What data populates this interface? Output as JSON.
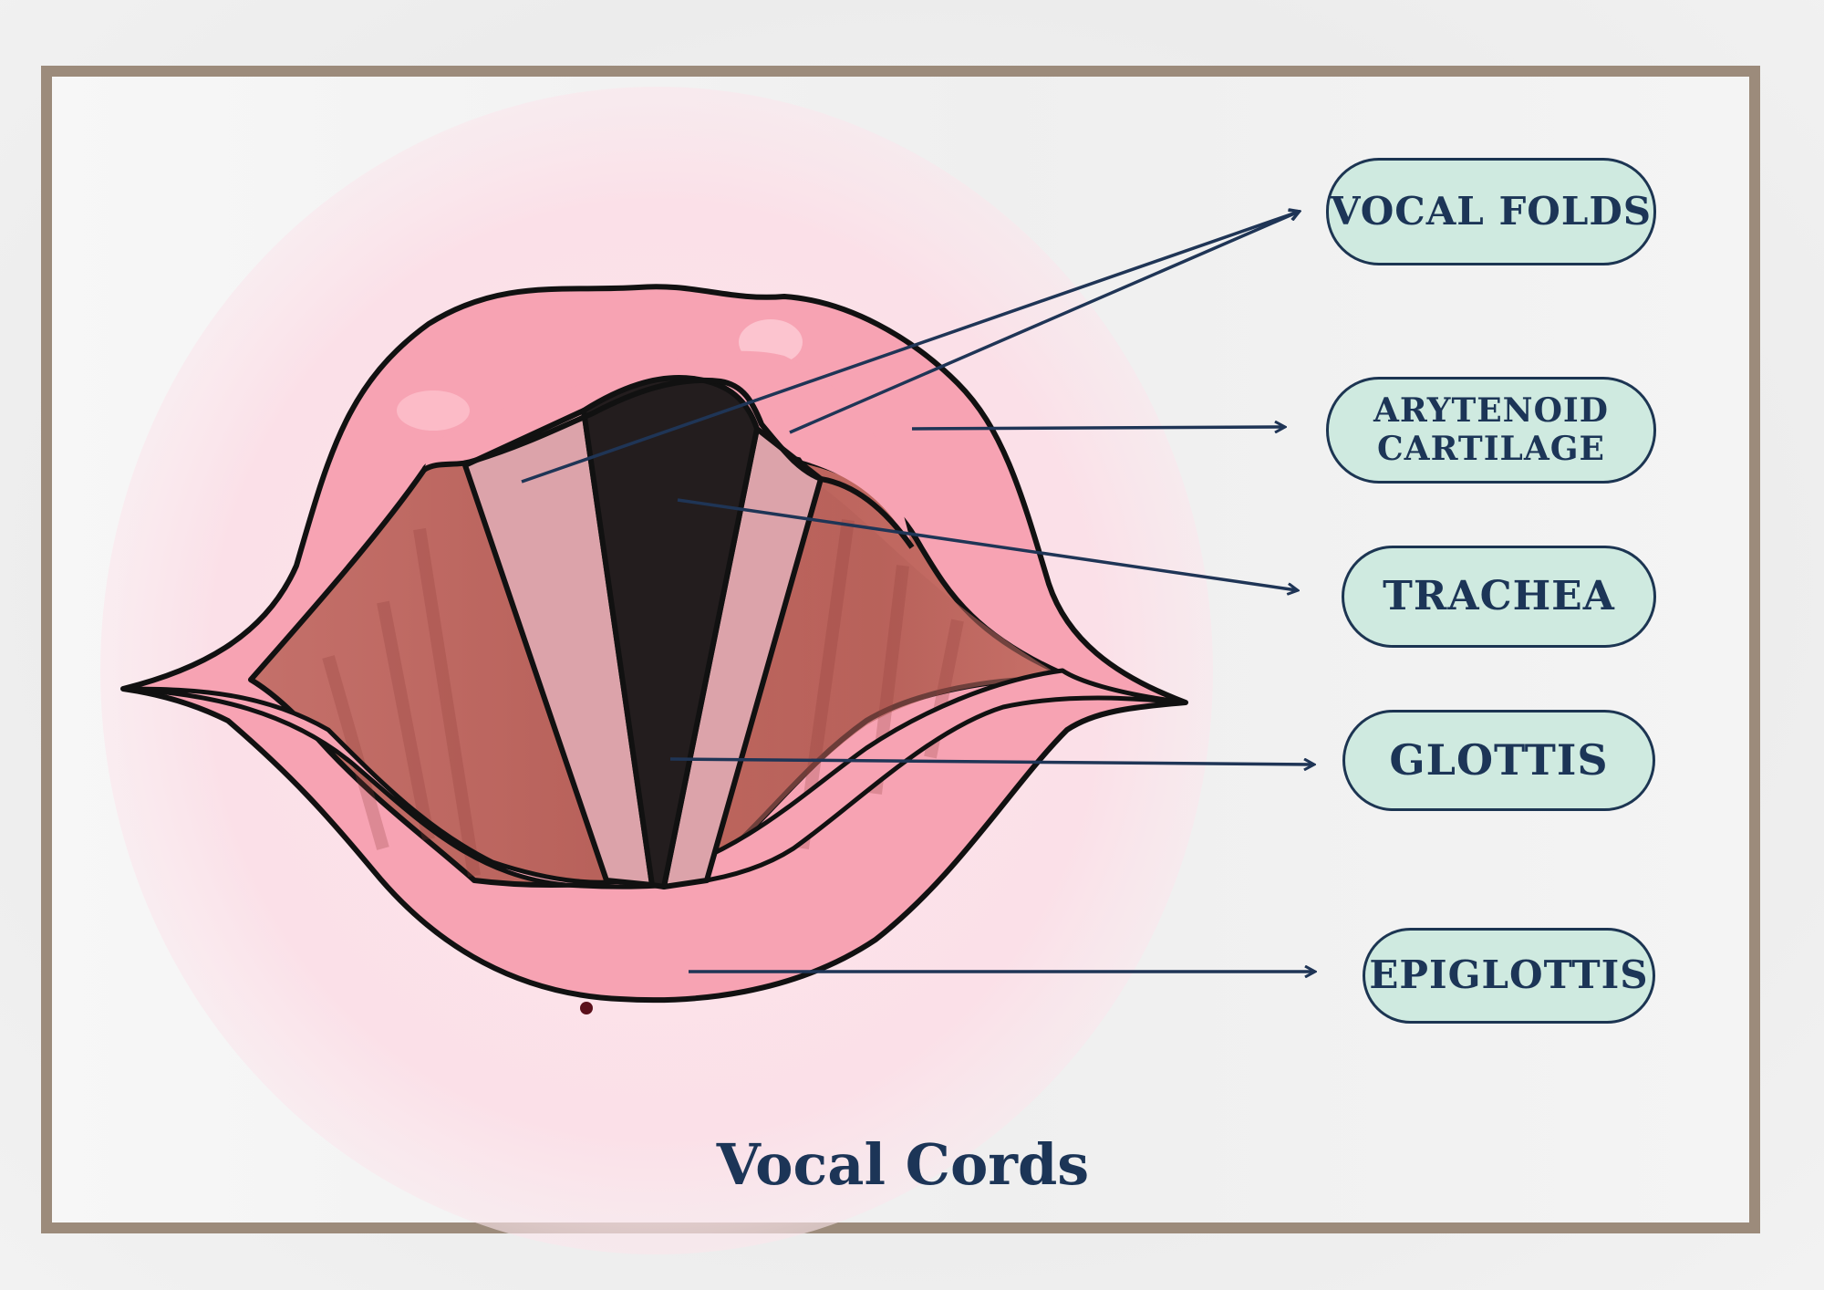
{
  "title": "Vocal Cords",
  "labels": {
    "vocal_folds": "VOCAL FOLDS",
    "arytenoid_cartilage": "ARYTENOID\nCARTILAGE",
    "trachea": "TRACHEA",
    "glottis": "GLOTTIS",
    "epiglottis": "EPIGLOTTIS"
  },
  "colors": {
    "frame": "#9c8b7b",
    "pill_fill": "#cfeae0",
    "ink": "#1c3557",
    "tissue_outer": "#fde3ea",
    "tissue_pink": "#f8a6b4",
    "inner_brown": "#c2675e",
    "fold": "#dca3aa",
    "airway": "#231d1e"
  }
}
